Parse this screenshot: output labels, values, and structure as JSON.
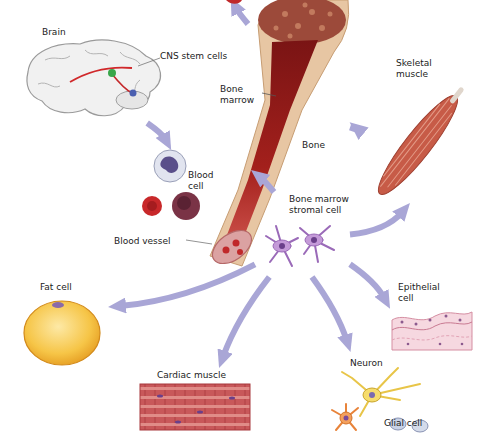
{
  "diagram": {
    "nodes": [
      {
        "text": [
          "Brain",
          "CNS stem cells"
        ]
      },
      {
        "text": [
          "Bone marrow",
          "Bone"
        ]
      },
      {
        "text": [
          "Skeletal muscle"
        ]
      },
      {
        "text": [
          "Blood cell"
        ]
      },
      {
        "text": [
          "Blood vessel"
        ]
      },
      {
        "text": [
          "Bone marrow stromal cell"
        ]
      },
      {
        "text": [
          "Fat cell"
        ]
      },
      {
        "text": [
          "Epithelial cell"
        ]
      },
      {
        "text": [
          "Cardiac muscle"
        ]
      },
      {
        "text": [
          "Neuron",
          "Glial cell"
        ]
      }
    ],
    "edges": [
      {
        "from": 0,
        "to": 3,
        "arrow": "to"
      },
      {
        "from": 1,
        "to": 2,
        "arrow": "to"
      },
      {
        "from": 5,
        "to": 1,
        "arrow": "to"
      },
      {
        "from": 5,
        "to": 2,
        "arrow": "to"
      },
      {
        "from": 5,
        "to": 6,
        "arrow": "to"
      },
      {
        "from": 5,
        "to": 7,
        "arrow": "to"
      },
      {
        "from": 5,
        "to": 8,
        "arrow": "to"
      },
      {
        "from": 5,
        "to": 9,
        "arrow": "to"
      }
    ]
  }
}
